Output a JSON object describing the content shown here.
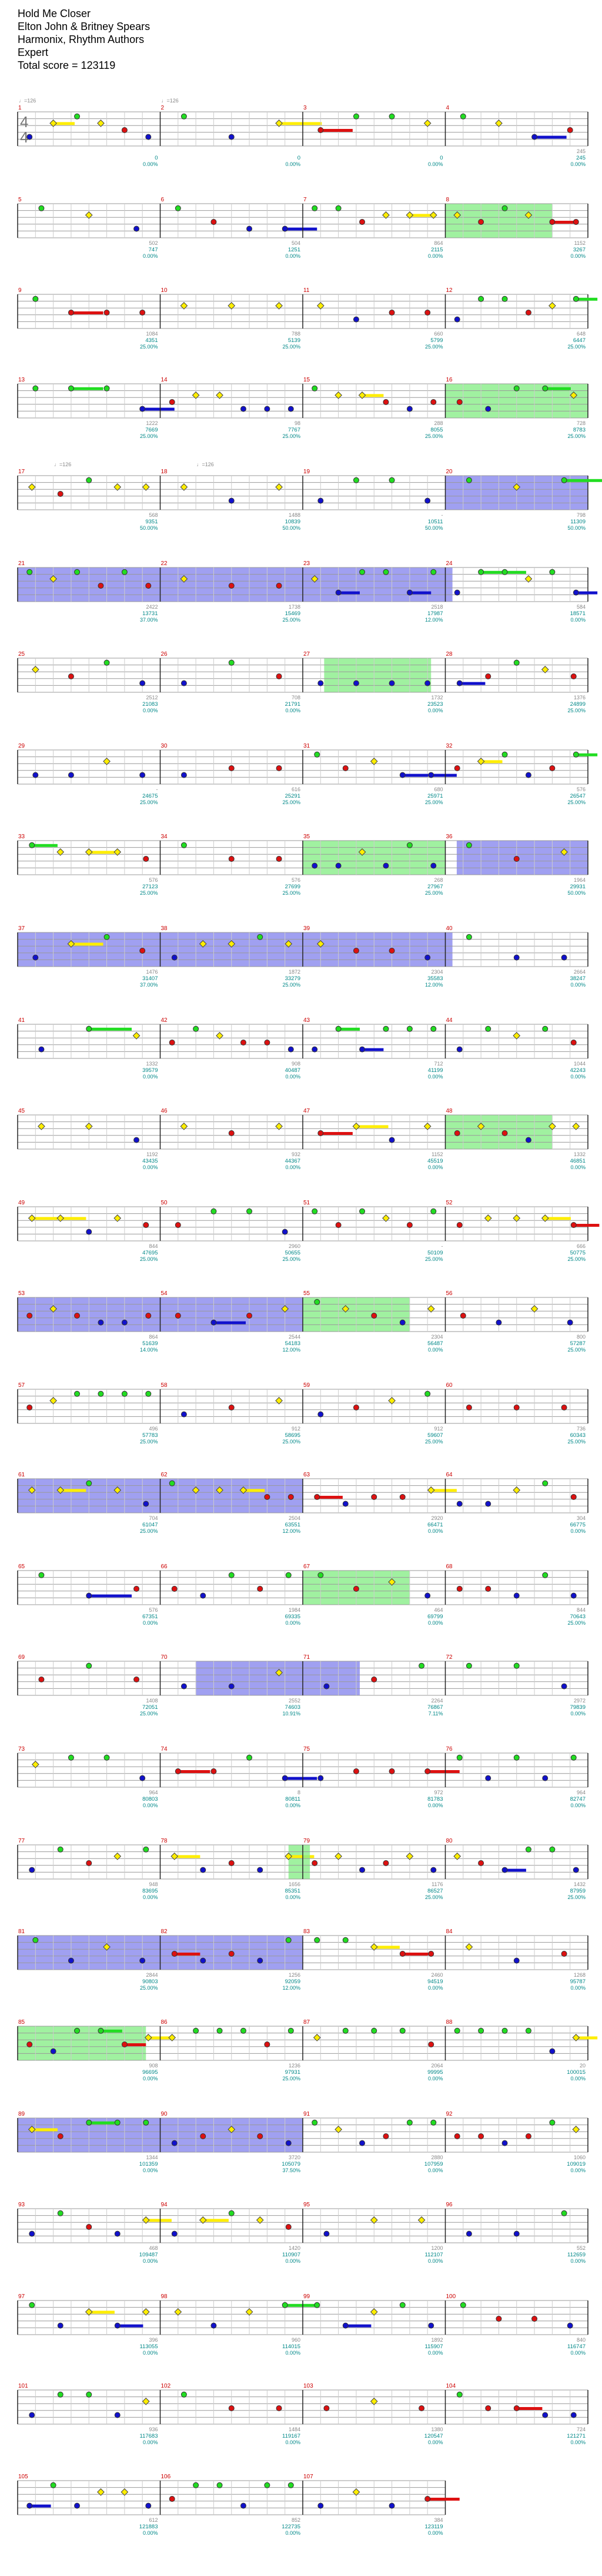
{
  "song": {
    "title": "Hold Me Closer",
    "artist": "Elton John & Britney Spears",
    "charter": "Harmonix, Rhythm Authors",
    "difficulty": "Expert",
    "total_score_label": "Total score = 123119"
  },
  "colors": {
    "green": "#22dd22",
    "red": "#dd1111",
    "yellow": "#ffee00",
    "blue": "#1111cc",
    "orange": "#ff9900",
    "sp_phrase": "#88ee88",
    "activation": "#8888ee",
    "measure_num": "#cc0000",
    "score_text": "#008888",
    "bpm_text": "#888888"
  },
  "chart_data": {
    "type": "table",
    "time_signature": "4/4",
    "bpm_markers": [
      "♩=126",
      "♩=126",
      "♩=126",
      "♩=126"
    ],
    "measures": [
      {
        "n": 1,
        "score": "0",
        "pct": "0.00%",
        "diff": ""
      },
      {
        "n": 2,
        "score": "0",
        "pct": "0.00%",
        "diff": ""
      },
      {
        "n": 3,
        "score": "0",
        "pct": "0.00%",
        "diff": ""
      },
      {
        "n": 4,
        "score": "245",
        "pct": "0.00%",
        "diff": "245"
      },
      {
        "n": 5,
        "score": "747",
        "pct": "0.00%",
        "diff": "502"
      },
      {
        "n": 6,
        "score": "1251",
        "pct": "0.00%",
        "diff": "504"
      },
      {
        "n": 7,
        "score": "2115",
        "pct": "0.00%",
        "diff": "864"
      },
      {
        "n": 8,
        "score": "3267",
        "pct": "0.00%",
        "diff": "1152"
      },
      {
        "n": 9,
        "score": "4351",
        "pct": "25.00%",
        "diff": "1084"
      },
      {
        "n": 10,
        "score": "5139",
        "pct": "25.00%",
        "diff": "788"
      },
      {
        "n": 11,
        "score": "5799",
        "pct": "25.00%",
        "diff": "660"
      },
      {
        "n": 12,
        "score": "6447",
        "pct": "25.00%",
        "diff": "648"
      },
      {
        "n": 13,
        "score": "7669",
        "pct": "25.00%",
        "diff": "1222"
      },
      {
        "n": 14,
        "score": "7767",
        "pct": "25.00%",
        "diff": "98"
      },
      {
        "n": 15,
        "score": "8055",
        "pct": "25.00%",
        "diff": "288"
      },
      {
        "n": 16,
        "score": "8783",
        "pct": "25.00%",
        "diff": "728"
      },
      {
        "n": 17,
        "score": "9351",
        "pct": "50.00%",
        "diff": "568"
      },
      {
        "n": 18,
        "score": "10839",
        "pct": "50.00%",
        "diff": "1488"
      },
      {
        "n": 19,
        "score": "10511",
        "pct": "50.00%",
        "diff": "-"
      },
      {
        "n": 20,
        "score": "11309",
        "pct": "50.00%",
        "diff": "798"
      },
      {
        "n": 21,
        "score": "13731",
        "pct": "37.00%",
        "diff": "2422"
      },
      {
        "n": 22,
        "score": "15469",
        "pct": "25.00%",
        "diff": "1738"
      },
      {
        "n": 23,
        "score": "17987",
        "pct": "12.00%",
        "diff": "2518"
      },
      {
        "n": 24,
        "score": "18571",
        "pct": "0.00%",
        "diff": "584"
      },
      {
        "n": 25,
        "score": "21083",
        "pct": "0.00%",
        "diff": "2512"
      },
      {
        "n": 26,
        "score": "21791",
        "pct": "0.00%",
        "diff": "708"
      },
      {
        "n": 27,
        "score": "23523",
        "pct": "0.00%",
        "diff": "1732"
      },
      {
        "n": 28,
        "score": "24899",
        "pct": "25.00%",
        "diff": "1376"
      },
      {
        "n": 29,
        "score": "24675",
        "pct": "25.00%",
        "diff": "-"
      },
      {
        "n": 30,
        "score": "25291",
        "pct": "25.00%",
        "diff": "616"
      },
      {
        "n": 31,
        "score": "25971",
        "pct": "25.00%",
        "diff": "680"
      },
      {
        "n": 32,
        "score": "26547",
        "pct": "25.00%",
        "diff": "576"
      },
      {
        "n": 33,
        "score": "27123",
        "pct": "25.00%",
        "diff": "576"
      },
      {
        "n": 34,
        "score": "27699",
        "pct": "25.00%",
        "diff": "576"
      },
      {
        "n": 35,
        "score": "27967",
        "pct": "25.00%",
        "diff": "268"
      },
      {
        "n": 36,
        "score": "29931",
        "pct": "50.00%",
        "diff": "1964"
      },
      {
        "n": 37,
        "score": "31407",
        "pct": "37.00%",
        "diff": "1476"
      },
      {
        "n": 38,
        "score": "33279",
        "pct": "25.00%",
        "diff": "1872"
      },
      {
        "n": 39,
        "score": "35583",
        "pct": "12.00%",
        "diff": "2304"
      },
      {
        "n": 40,
        "score": "38247",
        "pct": "0.00%",
        "diff": "2664"
      },
      {
        "n": 41,
        "score": "39579",
        "pct": "0.00%",
        "diff": "1332"
      },
      {
        "n": 42,
        "score": "40487",
        "pct": "0.00%",
        "diff": "908"
      },
      {
        "n": 43,
        "score": "41199",
        "pct": "0.00%",
        "diff": "712"
      },
      {
        "n": 44,
        "score": "42243",
        "pct": "0.00%",
        "diff": "1044"
      },
      {
        "n": 45,
        "score": "43435",
        "pct": "0.00%",
        "diff": "1192"
      },
      {
        "n": 46,
        "score": "44367",
        "pct": "0.00%",
        "diff": "932"
      },
      {
        "n": 47,
        "score": "45519",
        "pct": "0.00%",
        "diff": "1152"
      },
      {
        "n": 48,
        "score": "46851",
        "pct": "0.00%",
        "diff": "1332"
      },
      {
        "n": 49,
        "score": "47695",
        "pct": "25.00%",
        "diff": "844"
      },
      {
        "n": 50,
        "score": "50655",
        "pct": "25.00%",
        "diff": "2960"
      },
      {
        "n": 51,
        "score": "50109",
        "pct": "25.00%",
        "diff": "-"
      },
      {
        "n": 52,
        "score": "50775",
        "pct": "25.00%",
        "diff": "666"
      },
      {
        "n": 53,
        "score": "51639",
        "pct": "14.00%",
        "diff": "864"
      },
      {
        "n": 54,
        "score": "54183",
        "pct": "12.00%",
        "diff": "2544"
      },
      {
        "n": 55,
        "score": "56487",
        "pct": "0.00%",
        "diff": "2304"
      },
      {
        "n": 56,
        "score": "57287",
        "pct": "25.00%",
        "diff": "800"
      },
      {
        "n": 57,
        "score": "57783",
        "pct": "25.00%",
        "diff": "496"
      },
      {
        "n": 58,
        "score": "58695",
        "pct": "25.00%",
        "diff": "912"
      },
      {
        "n": 59,
        "score": "59607",
        "pct": "25.00%",
        "diff": "912"
      },
      {
        "n": 60,
        "score": "60343",
        "pct": "25.00%",
        "diff": "736"
      },
      {
        "n": 61,
        "score": "61047",
        "pct": "25.00%",
        "diff": "704"
      },
      {
        "n": 62,
        "score": "63551",
        "pct": "12.00%",
        "diff": "2504"
      },
      {
        "n": 63,
        "score": "66471",
        "pct": "0.00%",
        "diff": "2920"
      },
      {
        "n": 64,
        "score": "66775",
        "pct": "0.00%",
        "diff": "304"
      },
      {
        "n": 65,
        "score": "67351",
        "pct": "0.00%",
        "diff": "576"
      },
      {
        "n": 66,
        "score": "69335",
        "pct": "0.00%",
        "diff": "1984"
      },
      {
        "n": 67,
        "score": "69799",
        "pct": "0.00%",
        "diff": "464"
      },
      {
        "n": 68,
        "score": "70643",
        "pct": "25.00%",
        "diff": "844"
      },
      {
        "n": 69,
        "score": "72051",
        "pct": "25.00%",
        "diff": "1408"
      },
      {
        "n": 70,
        "score": "74603",
        "pct": "10.91%",
        "diff": "2552"
      },
      {
        "n": 71,
        "score": "76867",
        "pct": "7.11%",
        "diff": "2264"
      },
      {
        "n": 72,
        "score": "79839",
        "pct": "0.00%",
        "diff": "2972"
      },
      {
        "n": 73,
        "score": "80803",
        "pct": "0.00%",
        "diff": "964"
      },
      {
        "n": 74,
        "score": "80811",
        "pct": "0.00%",
        "diff": "8"
      },
      {
        "n": 75,
        "score": "81783",
        "pct": "0.00%",
        "diff": "972"
      },
      {
        "n": 76,
        "score": "82747",
        "pct": "0.00%",
        "diff": "964"
      },
      {
        "n": 77,
        "score": "83695",
        "pct": "0.00%",
        "diff": "948"
      },
      {
        "n": 78,
        "score": "85351",
        "pct": "0.00%",
        "diff": "1656"
      },
      {
        "n": 79,
        "score": "86527",
        "pct": "25.00%",
        "diff": "1176"
      },
      {
        "n": 80,
        "score": "87959",
        "pct": "25.00%",
        "diff": "1432"
      },
      {
        "n": 81,
        "score": "90803",
        "pct": "25.00%",
        "diff": "2844"
      },
      {
        "n": 82,
        "score": "92059",
        "pct": "12.00%",
        "diff": "1256"
      },
      {
        "n": 83,
        "score": "94519",
        "pct": "0.00%",
        "diff": "2460"
      },
      {
        "n": 84,
        "score": "95787",
        "pct": "0.00%",
        "diff": "1268"
      },
      {
        "n": 85,
        "score": "96695",
        "pct": "0.00%",
        "diff": "908"
      },
      {
        "n": 86,
        "score": "97931",
        "pct": "25.00%",
        "diff": "1236"
      },
      {
        "n": 87,
        "score": "99995",
        "pct": "0.00%",
        "diff": "2064"
      },
      {
        "n": 88,
        "score": "100015",
        "pct": "0.00%",
        "diff": "20"
      },
      {
        "n": 89,
        "score": "101359",
        "pct": "0.00%",
        "diff": "1344"
      },
      {
        "n": 90,
        "score": "105079",
        "pct": "37.50%",
        "diff": "3720"
      },
      {
        "n": 91,
        "score": "107959",
        "pct": "0.00%",
        "diff": "2880"
      },
      {
        "n": 92,
        "score": "109019",
        "pct": "0.00%",
        "diff": "1060"
      },
      {
        "n": 93,
        "score": "109487",
        "pct": "0.00%",
        "diff": "468"
      },
      {
        "n": 94,
        "score": "110907",
        "pct": "0.00%",
        "diff": "1420"
      },
      {
        "n": 95,
        "score": "112107",
        "pct": "0.00%",
        "diff": "1200"
      },
      {
        "n": 96,
        "score": "112659",
        "pct": "0.00%",
        "diff": "552"
      },
      {
        "n": 97,
        "score": "113055",
        "pct": "0.00%",
        "diff": "396"
      },
      {
        "n": 98,
        "score": "114015",
        "pct": "0.00%",
        "diff": "960"
      },
      {
        "n": 99,
        "score": "115907",
        "pct": "0.00%",
        "diff": "1892"
      },
      {
        "n": 100,
        "score": "116747",
        "pct": "0.00%",
        "diff": "840"
      },
      {
        "n": 101,
        "score": "117683",
        "pct": "0.00%",
        "diff": "936"
      },
      {
        "n": 102,
        "score": "119167",
        "pct": "0.00%",
        "diff": "1484"
      },
      {
        "n": 103,
        "score": "120547",
        "pct": "0.00%",
        "diff": "1380"
      },
      {
        "n": 104,
        "score": "121271",
        "pct": "0.00%",
        "diff": "724"
      },
      {
        "n": 105,
        "score": "121883",
        "pct": "0.00%",
        "diff": "612"
      },
      {
        "n": 106,
        "score": "122735",
        "pct": "0.00%",
        "diff": "852"
      },
      {
        "n": 107,
        "score": "123119",
        "pct": "0.00%",
        "diff": "384"
      }
    ]
  }
}
